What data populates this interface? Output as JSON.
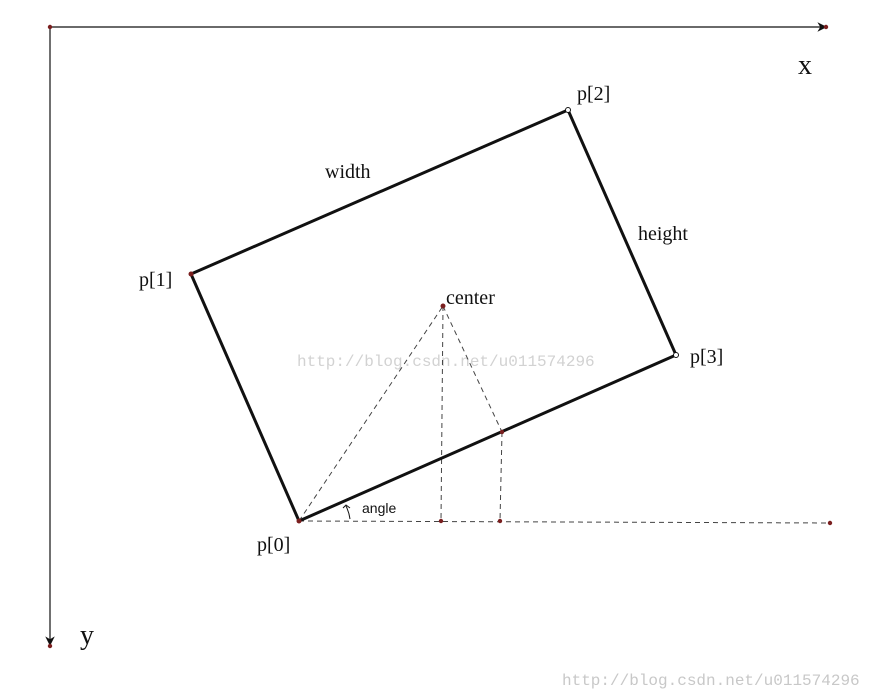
{
  "diagram": {
    "axes": {
      "x_label": "x",
      "y_label": "y"
    },
    "points": {
      "p0": "p[0]",
      "p1": "p[1]",
      "p2": "p[2]",
      "p3": "p[3]",
      "center": "center"
    },
    "edges": {
      "width": "width",
      "height": "height"
    },
    "angle_label": "angle",
    "colors": {
      "stroke": "#111111",
      "dashed": "#444444",
      "dot": "#7a1f1f",
      "watermark": "#cfcfcf"
    }
  },
  "watermarks": {
    "center_text": "http://blog.csdn.net/u011574296",
    "corner_text": "http://blog.csdn.net/u011574296"
  }
}
